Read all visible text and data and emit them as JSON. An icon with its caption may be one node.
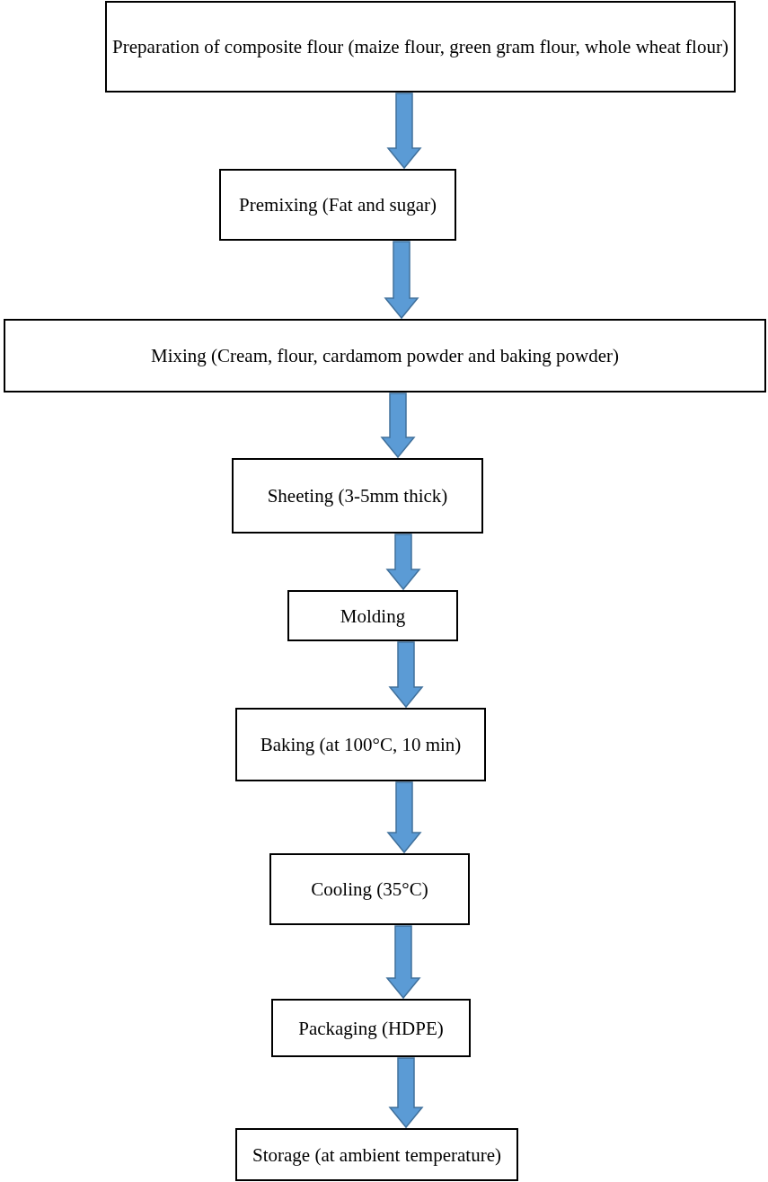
{
  "diagram": {
    "nodes": [
      {
        "text": [
          "Preparation of composite flour (maize flour, green gram flour, whole wheat flour)"
        ]
      },
      {
        "text": [
          "Premixing (Fat and sugar)"
        ]
      },
      {
        "text": [
          "Mixing (Cream, flour, cardamom powder and baking powder)"
        ]
      },
      {
        "text": [
          "Sheeting (3-5mm thick)"
        ]
      },
      {
        "text": [
          "Molding"
        ]
      },
      {
        "text": [
          "Baking (at 100°C, 10 min)"
        ]
      },
      {
        "text": [
          "Cooling (35°C)"
        ]
      },
      {
        "text": [
          "Packaging (HDPE)"
        ]
      },
      {
        "text": [
          "Storage (at ambient temperature)"
        ]
      }
    ],
    "edges": [
      {
        "from": 0,
        "to": 1,
        "arrow": "to"
      },
      {
        "from": 1,
        "to": 2,
        "arrow": "to"
      },
      {
        "from": 2,
        "to": 3,
        "arrow": "to"
      },
      {
        "from": 3,
        "to": 4,
        "arrow": "to"
      },
      {
        "from": 4,
        "to": 5,
        "arrow": "to"
      },
      {
        "from": 5,
        "to": 6,
        "arrow": "to"
      },
      {
        "from": 6,
        "to": 7,
        "arrow": "to"
      },
      {
        "from": 7,
        "to": 8,
        "arrow": "to"
      }
    ]
  }
}
